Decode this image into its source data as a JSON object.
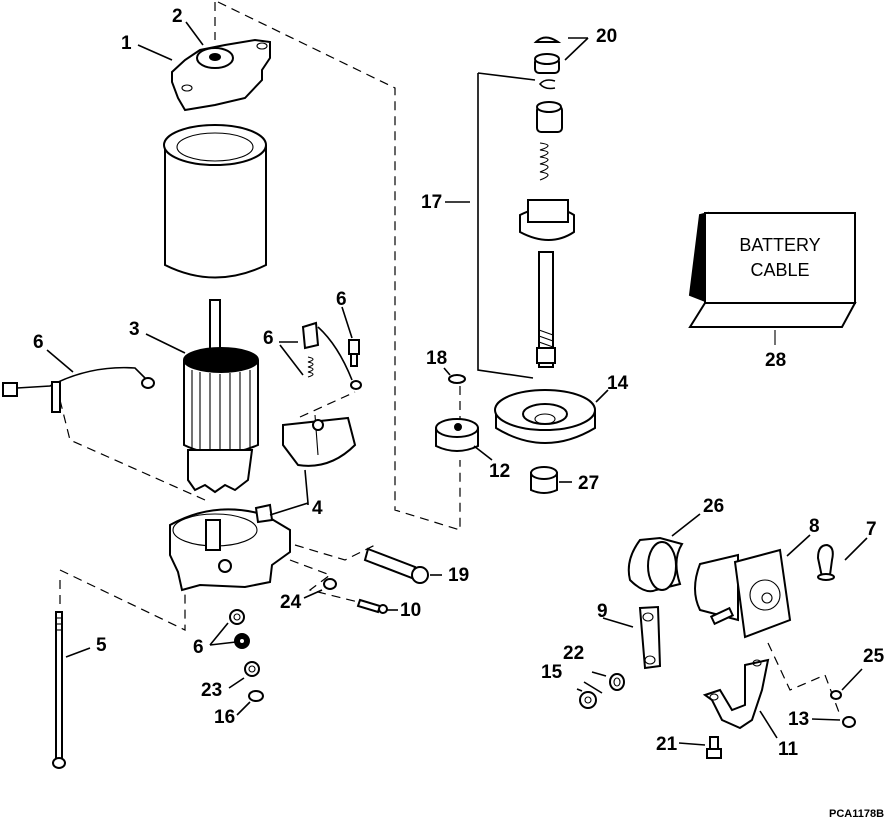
{
  "diagram": {
    "title": "Starter Motor Exploded Parts Diagram",
    "reference_code": "PCA1178B",
    "callouts": [
      {
        "id": "c1",
        "label": "1"
      },
      {
        "id": "c2",
        "label": "2"
      },
      {
        "id": "c3",
        "label": "3"
      },
      {
        "id": "c4",
        "label": "4"
      },
      {
        "id": "c5",
        "label": "5"
      },
      {
        "id": "c6a",
        "label": "6"
      },
      {
        "id": "c6b",
        "label": "6"
      },
      {
        "id": "c6c",
        "label": "6"
      },
      {
        "id": "c6d",
        "label": "6"
      },
      {
        "id": "c7",
        "label": "7"
      },
      {
        "id": "c8",
        "label": "8"
      },
      {
        "id": "c9",
        "label": "9"
      },
      {
        "id": "c10",
        "label": "10"
      },
      {
        "id": "c11",
        "label": "11"
      },
      {
        "id": "c12",
        "label": "12"
      },
      {
        "id": "c13",
        "label": "13"
      },
      {
        "id": "c14",
        "label": "14"
      },
      {
        "id": "c15",
        "label": "15"
      },
      {
        "id": "c16",
        "label": "16"
      },
      {
        "id": "c17",
        "label": "17"
      },
      {
        "id": "c18",
        "label": "18"
      },
      {
        "id": "c19",
        "label": "19"
      },
      {
        "id": "c20",
        "label": "20"
      },
      {
        "id": "c21",
        "label": "21"
      },
      {
        "id": "c22",
        "label": "22"
      },
      {
        "id": "c23",
        "label": "23"
      },
      {
        "id": "c24",
        "label": "24"
      },
      {
        "id": "c25",
        "label": "25"
      },
      {
        "id": "c26",
        "label": "26"
      },
      {
        "id": "c27",
        "label": "27"
      },
      {
        "id": "c28",
        "label": "28"
      }
    ],
    "battery_cable_box": {
      "line1": "BATTERY",
      "line2": "CABLE"
    }
  }
}
